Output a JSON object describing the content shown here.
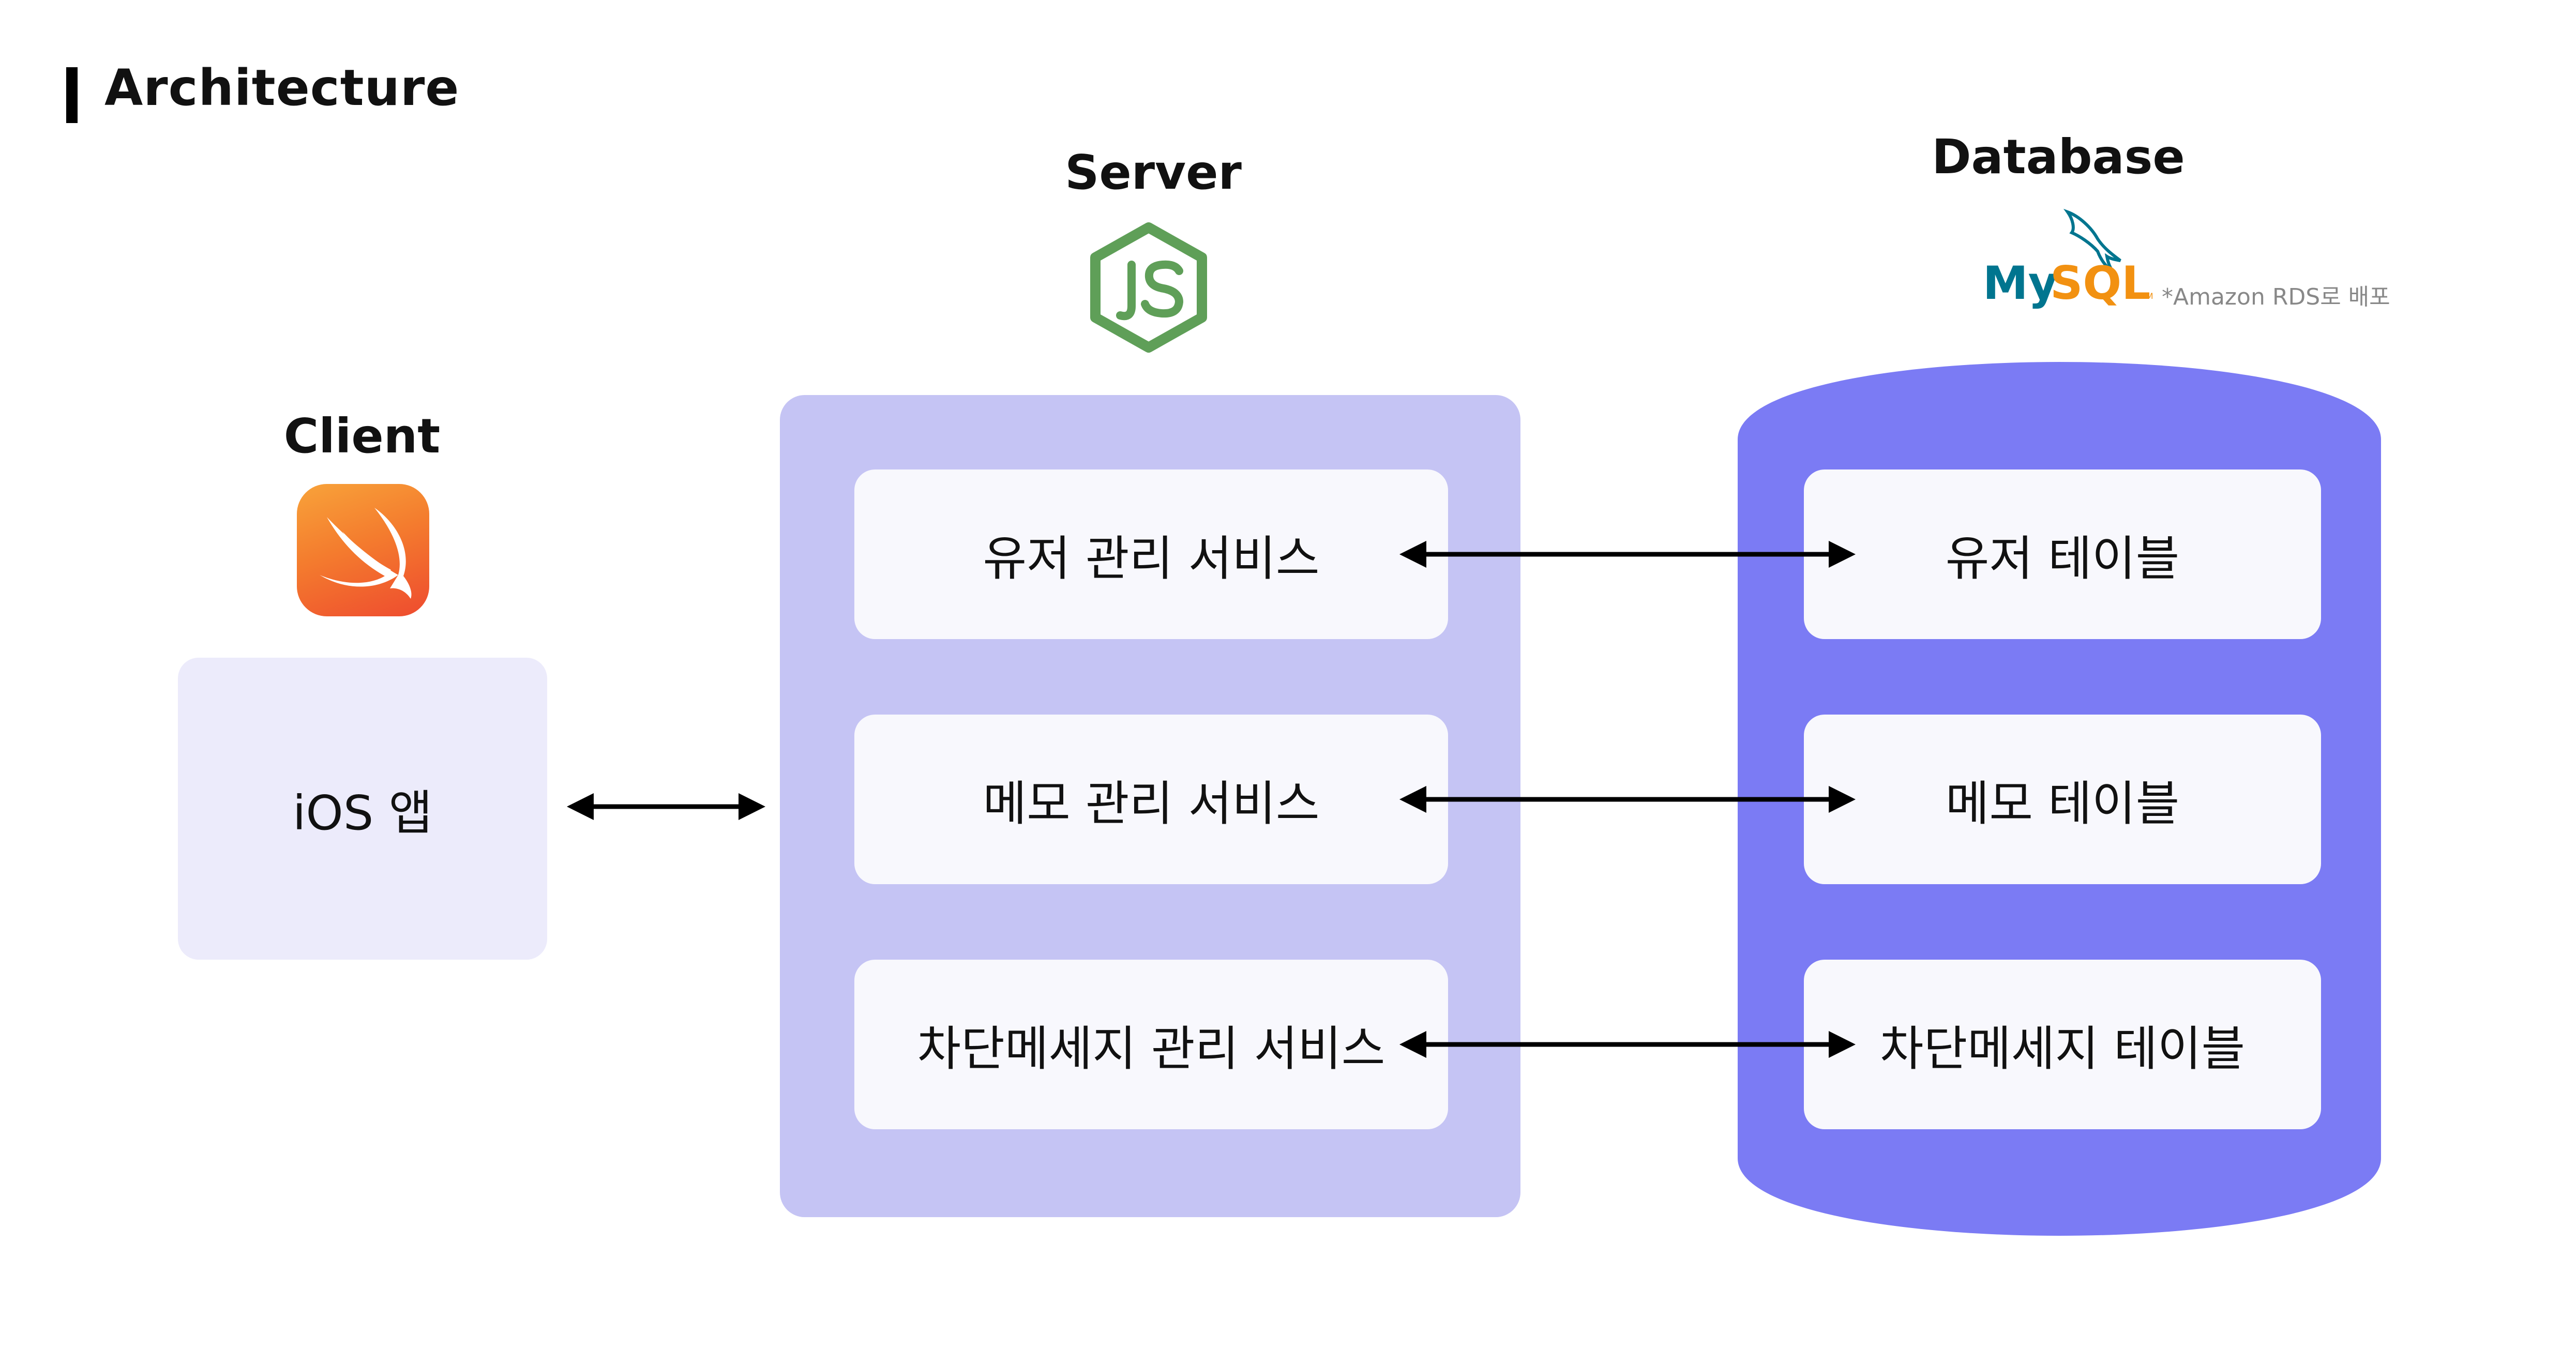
{
  "title": "Architecture",
  "sections": {
    "client": "Client",
    "server": "Server",
    "database": "Database"
  },
  "logos": {
    "swift": "swift-icon",
    "nodejs": "nodejs-icon",
    "mysql_text_my": "My",
    "mysql_text_sql": "SQL",
    "mysql_tm": "TM"
  },
  "note": "*Amazon RDS로 배포",
  "client_box": "iOS 앱",
  "services": [
    "유저 관리 서비스",
    "메모 관리 서비스",
    "차단메세지 관리 서비스"
  ],
  "tables": [
    "유저 테이블",
    "메모 테이블",
    "차단메세지 테이블"
  ],
  "colors": {
    "client_box": "#ecebfb",
    "server_box": "#c5c4f4",
    "database": "#7b7bf4",
    "card": "#f8f8fd",
    "node_green": "#5f9f58",
    "mysql_blue": "#00758f",
    "mysql_orange": "#f29111"
  }
}
